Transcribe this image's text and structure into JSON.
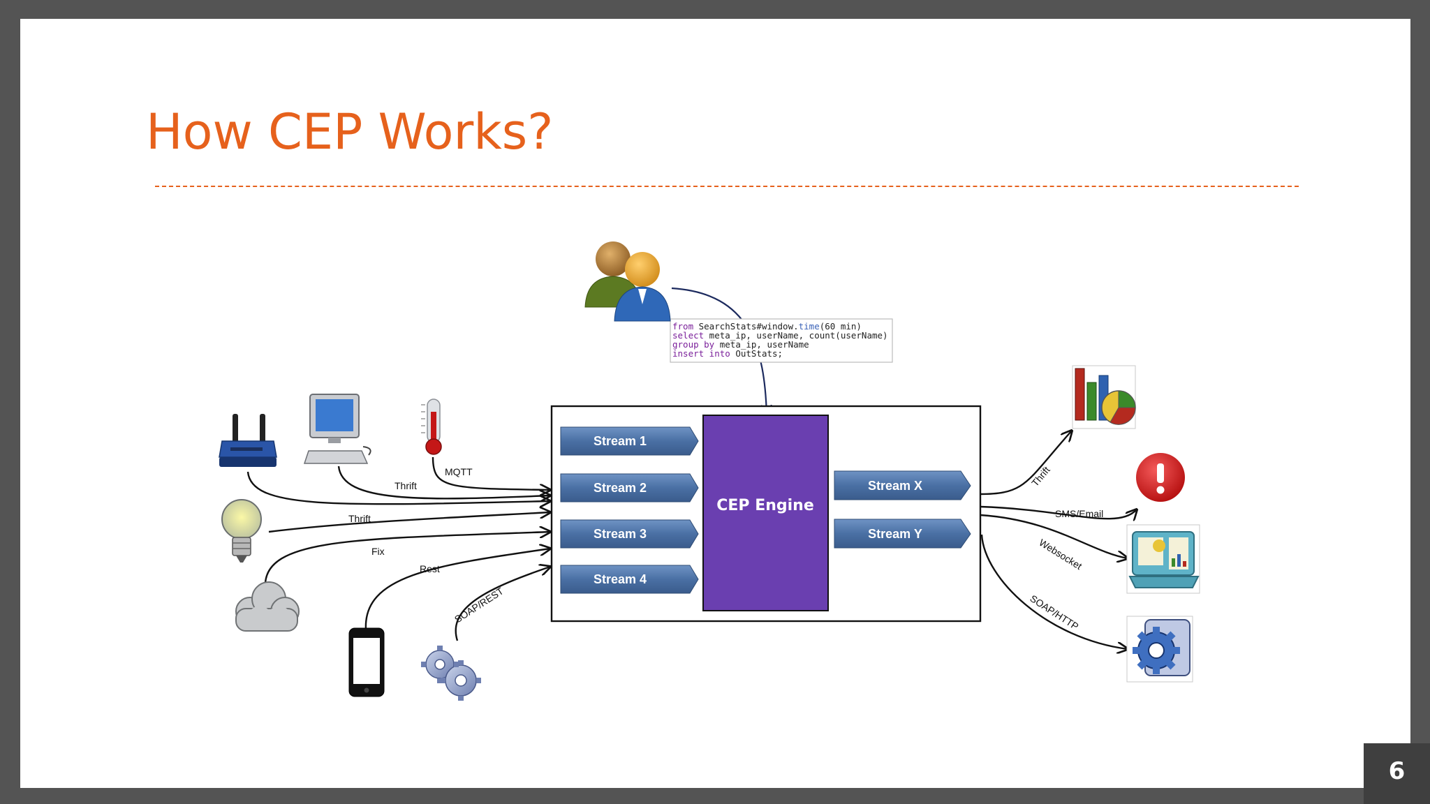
{
  "slide": {
    "title": "How CEP Works?",
    "page_number": "6"
  },
  "colors": {
    "title": "#e6611c",
    "engine": "#6a3fb0",
    "stream": "#4a70a4",
    "frame": "#545454"
  },
  "diagram": {
    "query": {
      "line1": {
        "kw1": "from",
        "mid": " SearchStats#window.",
        "fn": "time",
        "rest": "(60 min)"
      },
      "line2": {
        "kw": "select",
        "rest": " meta_ip, userName, count(userName)"
      },
      "line3": {
        "kw": "group by",
        "rest": "  meta_ip, userName"
      },
      "line4": {
        "kw": "insert into",
        "rest": " OutStats;"
      }
    },
    "engine_label": "CEP Engine",
    "input_streams": [
      "Stream 1",
      "Stream 2",
      "Stream 3",
      "Stream 4"
    ],
    "output_streams": [
      "Stream X",
      "Stream Y"
    ],
    "input_protocols": {
      "mqtt": "MQTT",
      "thrift_top": "Thrift",
      "thrift_mid": "Thrift",
      "fix": "Fix",
      "rest": "Rest",
      "soap_rest": "SOAP/REST"
    },
    "output_protocols": {
      "thrift": "Thrift",
      "sms_email": "SMS/Email",
      "websocket": "Websocket",
      "soap_http": "SOAP/HTTP"
    },
    "icons": {
      "users": "users-icon",
      "router": "router-icon",
      "computer": "computer-icon",
      "thermometer": "thermometer-icon",
      "bulb": "light-bulb-icon",
      "cloud": "cloud-icon",
      "phone": "smartphone-icon",
      "gears": "gears-icon",
      "charts": "charts-icon",
      "alert": "alert-icon",
      "dashboard": "dashboard-icon",
      "service": "service-gear-icon"
    }
  }
}
